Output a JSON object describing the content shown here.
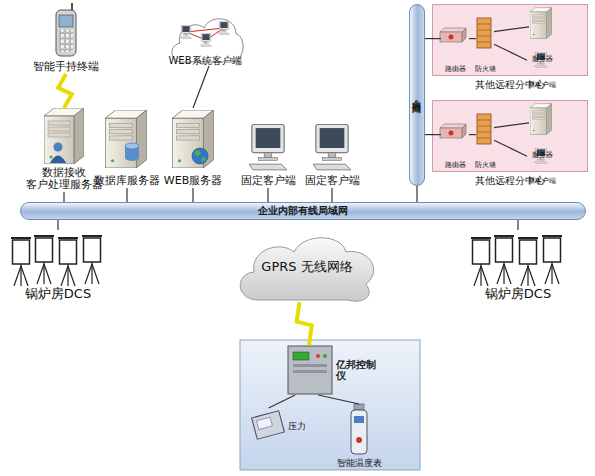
{
  "diagram": {
    "nodes": [
      {
        "text": [
          "智能手持终端"
        ]
      },
      {
        "text": [
          "WEB系统客户端"
        ]
      },
      {
        "text": [
          "数据接收 客户处理服务器"
        ]
      },
      {
        "text": [
          "数据库服务器"
        ]
      },
      {
        "text": [
          "WEB服务器"
        ]
      },
      {
        "text": [
          "固定客户端"
        ]
      },
      {
        "text": [
          "固定客户端"
        ]
      },
      {
        "text": [
          "企业内部有线局域网"
        ]
      },
      {
        "text": [
          "企业内部广域网"
        ]
      },
      {
        "text": [
          "其他远程分中心"
        ]
      },
      {
        "text": [
          "路由器"
        ],
        "in": 9
      },
      {
        "text": [
          "防火墙"
        ],
        "in": 9
      },
      {
        "text": [
          "服务器"
        ],
        "in": 9
      },
      {
        "text": [
          "新客户端"
        ],
        "in": 9
      },
      {
        "text": [
          "其他远程分中心"
        ]
      },
      {
        "text": [
          "路由器"
        ],
        "in": 14
      },
      {
        "text": [
          "防火墙"
        ],
        "in": 14
      },
      {
        "text": [
          "服务器"
        ],
        "in": 14
      },
      {
        "text": [
          "新客户端"
        ],
        "in": 14
      },
      {
        "text": [
          "锅炉房DCS"
        ]
      },
      {
        "text": [
          "锅炉房DCS"
        ]
      },
      {
        "text": [
          "GPRS 无线网络"
        ]
      },
      {
        "text": [
          "亿邦控制仪"
        ]
      },
      {
        "text": [
          "压力"
        ]
      },
      {
        "text": [
          "智能温度表"
        ]
      }
    ],
    "edges": [
      {
        "from": 0,
        "to": 2,
        "arrow": "none"
      },
      {
        "from": 1,
        "to": 4,
        "arrow": "none"
      },
      {
        "from": 2,
        "to": 7,
        "arrow": "none"
      },
      {
        "from": 3,
        "to": 7,
        "arrow": "none"
      },
      {
        "from": 4,
        "to": 7,
        "arrow": "none"
      },
      {
        "from": 5,
        "to": 7,
        "arrow": "none"
      },
      {
        "from": 6,
        "to": 7,
        "arrow": "none"
      },
      {
        "from": 8,
        "to": 7,
        "arrow": "none"
      },
      {
        "from": 8,
        "to": 10,
        "arrow": "none"
      },
      {
        "from": 10,
        "to": 11,
        "arrow": "none"
      },
      {
        "from": 11,
        "to": 12,
        "arrow": "none"
      },
      {
        "from": 11,
        "to": 13,
        "arrow": "none"
      },
      {
        "from": 8,
        "to": 15,
        "arrow": "none"
      },
      {
        "from": 15,
        "to": 16,
        "arrow": "none"
      },
      {
        "from": 16,
        "to": 17,
        "arrow": "none"
      },
      {
        "from": 16,
        "to": 18,
        "arrow": "none"
      },
      {
        "from": 19,
        "to": 7,
        "arrow": "none"
      },
      {
        "from": 20,
        "to": 7,
        "arrow": "none"
      },
      {
        "from": 21,
        "to": 22,
        "arrow": "none"
      },
      {
        "from": 22,
        "to": 23,
        "arrow": "none"
      },
      {
        "from": 22,
        "to": 24,
        "arrow": "none"
      }
    ]
  }
}
